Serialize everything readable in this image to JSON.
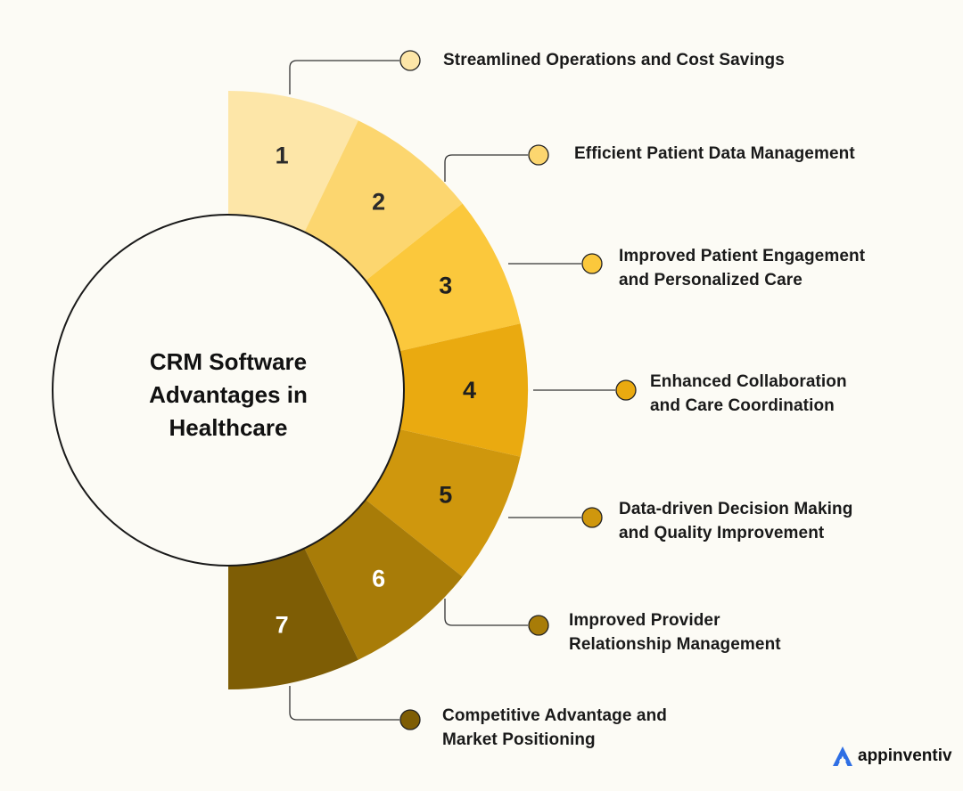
{
  "title_lines": [
    "CRM Software",
    "Advantages in",
    "Healthcare"
  ],
  "segments": [
    {
      "number": "1",
      "color": "#fde6a8",
      "text_color": "#2b2b2b",
      "label_lines": [
        "Streamlined Operations and Cost Savings"
      ],
      "dot_color": "#fde6a8"
    },
    {
      "number": "2",
      "color": "#fcd66f",
      "text_color": "#2b2b2b",
      "label_lines": [
        "Efficient Patient Data Management"
      ],
      "dot_color": "#fcd66f"
    },
    {
      "number": "3",
      "color": "#fbc83c",
      "text_color": "#1f1f1f",
      "label_lines": [
        "Improved Patient Engagement",
        "and Personalized Care"
      ],
      "dot_color": "#fbc83c"
    },
    {
      "number": "4",
      "color": "#eaaa10",
      "text_color": "#1f1f1f",
      "label_lines": [
        "Enhanced Collaboration",
        "and Care Coordination"
      ],
      "dot_color": "#eaaa10"
    },
    {
      "number": "5",
      "color": "#cf970d",
      "text_color": "#1f1f1f",
      "label_lines": [
        "Data-driven Decision Making",
        "and Quality Improvement"
      ],
      "dot_color": "#cf970d"
    },
    {
      "number": "6",
      "color": "#a87c08",
      "text_color": "#ffffff",
      "label_lines": [
        "Improved Provider",
        "Relationship Management"
      ],
      "dot_color": "#a87c08"
    },
    {
      "number": "7",
      "color": "#7e5d05",
      "text_color": "#ffffff",
      "label_lines": [
        "Competitive Advantage and",
        "Market Positioning"
      ],
      "dot_color": "#7e5d05"
    }
  ],
  "logo": {
    "text": "appinventiv",
    "icon": "appinventiv-logo-icon",
    "icon_color": "#2f6fe4"
  }
}
